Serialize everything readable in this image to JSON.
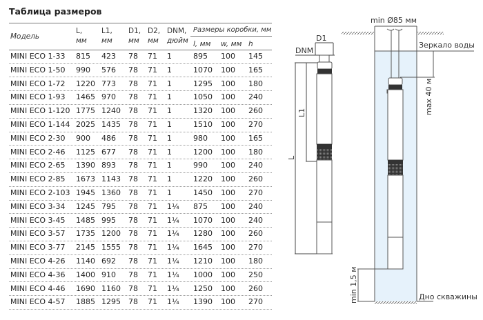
{
  "title": "Таблица размеров",
  "headers": {
    "model": "Модель",
    "L": [
      "L,",
      "мм"
    ],
    "L1": [
      "L1,",
      "мм"
    ],
    "D1": [
      "D1,",
      "мм"
    ],
    "D2": [
      "D2,",
      "мм"
    ],
    "DNM": [
      "DNM,",
      "дюйм"
    ],
    "box": "Размеры коробки, мм",
    "box_l": "l, мм",
    "box_w": "w, мм",
    "box_h": "h"
  },
  "rows": [
    [
      "MINI ECO 1-33",
      "815",
      "423",
      "78",
      "71",
      "1",
      "895",
      "100",
      "145"
    ],
    [
      "MINI ECO 1-50",
      "990",
      "576",
      "78",
      "71",
      "1",
      "1070",
      "100",
      "165"
    ],
    [
      "MINI ECO 1-72",
      "1220",
      "773",
      "78",
      "71",
      "1",
      "1295",
      "100",
      "180"
    ],
    [
      "MINI ECO 1-93",
      "1465",
      "970",
      "78",
      "71",
      "1",
      "1050",
      "100",
      "240"
    ],
    [
      "MINI ECO 1-120",
      "1775",
      "1240",
      "78",
      "71",
      "1",
      "1320",
      "100",
      "260"
    ],
    [
      "MINI ECO 1-144",
      "2025",
      "1435",
      "78",
      "71",
      "1",
      "1510",
      "100",
      "270"
    ],
    [
      "MINI ECO 2-30",
      "900",
      "486",
      "78",
      "71",
      "1",
      "980",
      "100",
      "165"
    ],
    [
      "MINI ECO 2-46",
      "1125",
      "677",
      "78",
      "71",
      "1",
      "1200",
      "100",
      "180"
    ],
    [
      "MINI ECO 2-65",
      "1390",
      "893",
      "78",
      "71",
      "1",
      "990",
      "100",
      "240"
    ],
    [
      "MINI ECO 2-85",
      "1673",
      "1143",
      "78",
      "71",
      "1",
      "1220",
      "100",
      "260"
    ],
    [
      "MINI ECO 2-103",
      "1945",
      "1360",
      "78",
      "71",
      "1",
      "1450",
      "100",
      "270"
    ],
    [
      "MINI ECO 3-34",
      "1245",
      "795",
      "78",
      "71",
      "1¼",
      "875",
      "100",
      "240"
    ],
    [
      "MINI ECO 3-45",
      "1485",
      "995",
      "78",
      "71",
      "1¼",
      "1070",
      "100",
      "240"
    ],
    [
      "MINI ECO 3-57",
      "1735",
      "1200",
      "78",
      "71",
      "1¼",
      "1280",
      "100",
      "260"
    ],
    [
      "MINI ECO 3-77",
      "2145",
      "1555",
      "78",
      "71",
      "1¼",
      "1645",
      "100",
      "270"
    ],
    [
      "MINI ECO 4-26",
      "1140",
      "692",
      "78",
      "71",
      "1¼",
      "1210",
      "100",
      "180"
    ],
    [
      "MINI ECO 4-36",
      "1400",
      "910",
      "78",
      "71",
      "1¼",
      "1000",
      "100",
      "250"
    ],
    [
      "MINI ECO 4-46",
      "1690",
      "1160",
      "78",
      "71",
      "1¼",
      "1250",
      "100",
      "260"
    ],
    [
      "MINI ECO 4-57",
      "1885",
      "1295",
      "78",
      "71",
      "1¼",
      "1390",
      "100",
      "270"
    ]
  ],
  "diagram": {
    "d1": "D1",
    "dnm": "DNM",
    "l1": "L1",
    "l": "L",
    "min_diameter": "min Ø85 мм",
    "water_level": "Зеркало воды",
    "max_depth": "max 40 м",
    "min_bottom": "min 1,5 м",
    "well_bottom": "Дно скважины",
    "water_color": "#e6f2fb"
  }
}
